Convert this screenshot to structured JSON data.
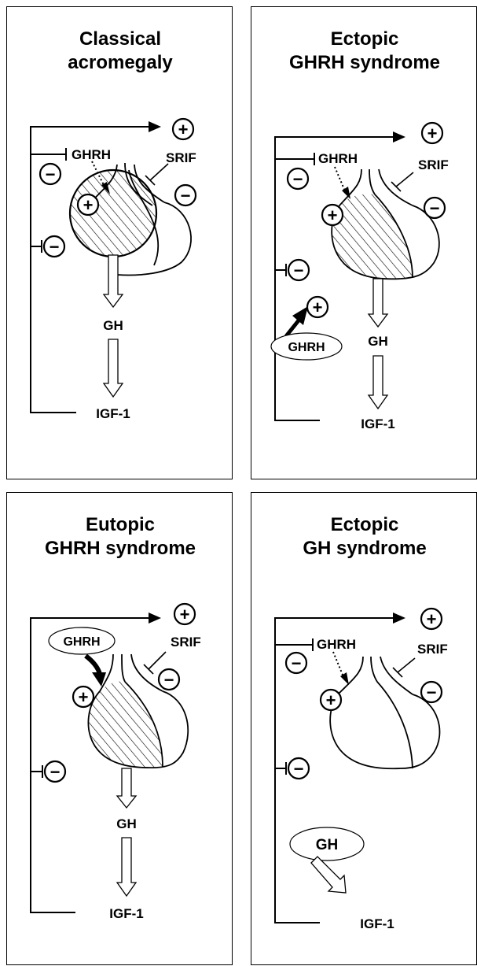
{
  "panels": [
    {
      "id": "classical",
      "title_line1": "Classical",
      "title_line2": "acromegaly",
      "labels": {
        "ghrh": "GHRH",
        "srif": "SRIF",
        "gh": "GH",
        "igf": "IGF-1"
      },
      "signs": {
        "top_plus": "+",
        "ghrh_minus": "−",
        "srif_minus": "−",
        "ghrh_plus": "+",
        "gh_minus": "−"
      }
    },
    {
      "id": "ectopic-ghrh",
      "title_line1": "Ectopic",
      "title_line2": "GHRH syndrome",
      "labels": {
        "ghrh": "GHRH",
        "srif": "SRIF",
        "gh": "GH",
        "igf": "IGF-1",
        "ectopic_ghrh": "GHRH"
      },
      "signs": {
        "top_plus": "+",
        "ghrh_minus": "−",
        "srif_minus": "−",
        "ghrh_plus": "+",
        "gh_minus": "−",
        "ectopic_plus": "+"
      }
    },
    {
      "id": "eutopic-ghrh",
      "title_line1": "Eutopic",
      "title_line2": "GHRH syndrome",
      "labels": {
        "srif": "SRIF",
        "gh": "GH",
        "igf": "IGF-1",
        "eutopic_ghrh": "GHRH"
      },
      "signs": {
        "top_plus": "+",
        "srif_minus": "−",
        "ghrh_plus": "+",
        "gh_minus": "−"
      }
    },
    {
      "id": "ectopic-gh",
      "title_line1": "Ectopic",
      "title_line2": "GH syndrome",
      "labels": {
        "ghrh": "GHRH",
        "srif": "SRIF",
        "igf": "IGF-1",
        "ectopic_gh": "GH"
      },
      "signs": {
        "top_plus": "+",
        "ghrh_minus": "−",
        "srif_minus": "−",
        "ghrh_plus": "+",
        "gh_minus": "−"
      }
    }
  ]
}
